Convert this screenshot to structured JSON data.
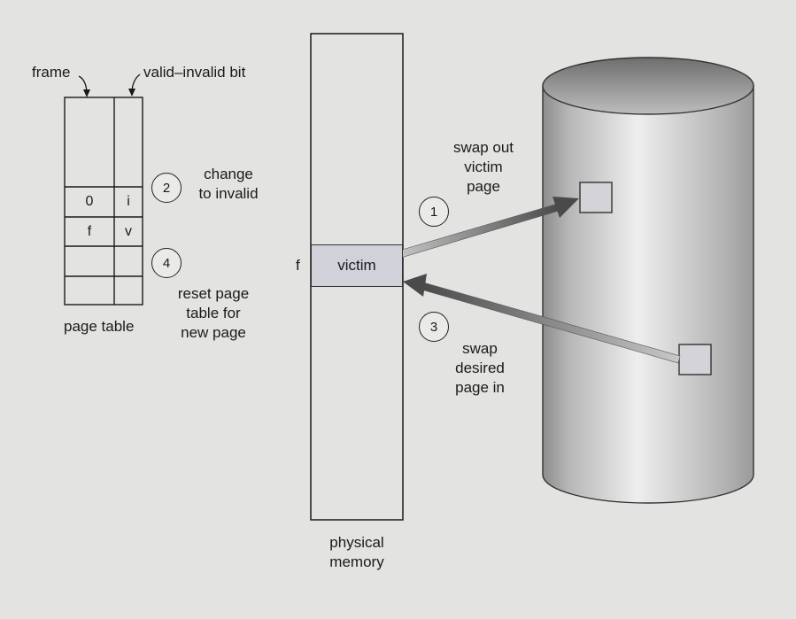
{
  "labels": {
    "frame": "frame",
    "valid_invalid_bit": "valid–invalid bit",
    "page_table": "page table",
    "physical_memory_line1": "physical",
    "physical_memory_line2": "memory",
    "frame_marker": "f",
    "victim": "victim"
  },
  "page_table": {
    "rows": [
      {
        "frame": "0",
        "bit": "i"
      },
      {
        "frame": "f",
        "bit": "v"
      }
    ]
  },
  "steps": [
    {
      "number": "1",
      "lines": [
        "swap out",
        "victim",
        "page"
      ]
    },
    {
      "number": "2",
      "lines": [
        "change",
        "to invalid"
      ]
    },
    {
      "number": "3",
      "lines": [
        "swap",
        "desired",
        "page in"
      ]
    },
    {
      "number": "4",
      "lines": [
        "reset page",
        "table for",
        "new page"
      ]
    }
  ]
}
